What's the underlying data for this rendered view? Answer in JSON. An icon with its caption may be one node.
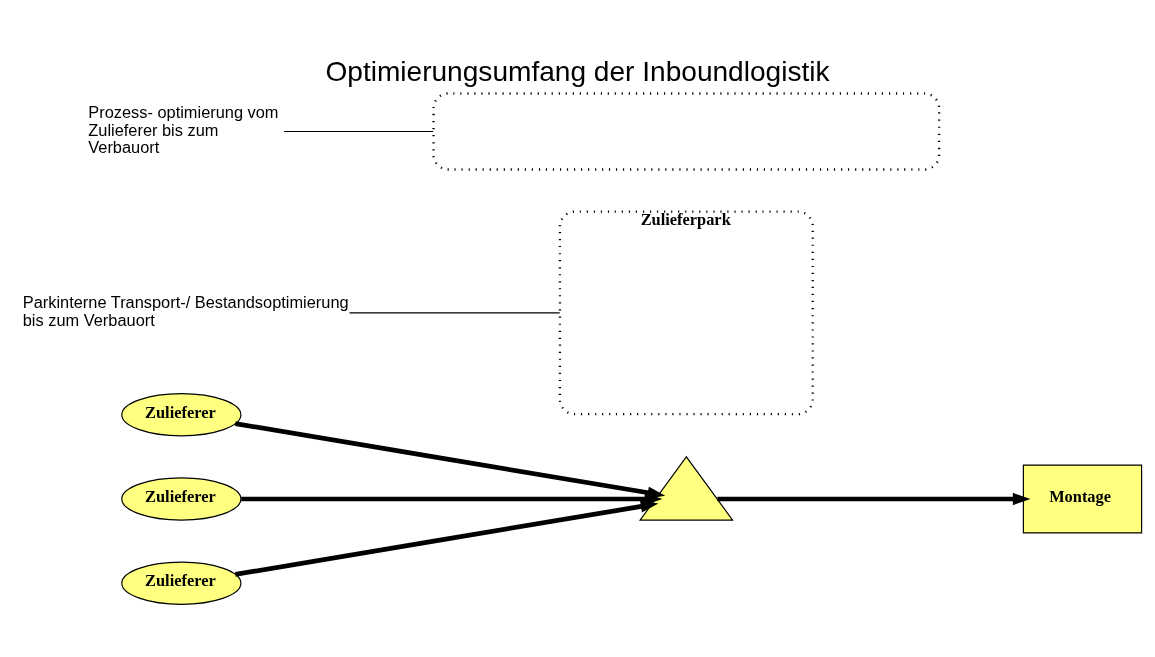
{
  "diagram": {
    "title": "Optimierungsumfang der Inboundlogistik",
    "nodes": [
      {
        "text": [
          "Zulieferer"
        ]
      },
      {
        "text": [
          "Zulieferer"
        ]
      },
      {
        "text": [
          "Zulieferer"
        ]
      },
      {
        "text": [
          "Zulieferpark"
        ]
      },
      {
        "text": [],
        "shape": "triangle"
      },
      {
        "text": [
          "Montage"
        ]
      },
      {
        "text": [],
        "shape": "box"
      },
      {
        "text": [
          "Prozess- optimierung vom Zulieferer bis zum Verbauort"
        ]
      },
      {
        "text": [
          "Parkinterne Transport-/ Bestandsoptimierung bis zum Verbauort"
        ]
      }
    ],
    "edges": [
      {
        "from": 0,
        "to": 4,
        "arrow": "to"
      },
      {
        "from": 1,
        "to": 4,
        "arrow": "to"
      },
      {
        "from": 2,
        "to": 4,
        "arrow": "to"
      },
      {
        "from": 4,
        "to": 5,
        "arrow": "to"
      },
      {
        "from": 7,
        "to": 6,
        "arrow": "none"
      },
      {
        "from": 8,
        "to": 3,
        "arrow": "none"
      }
    ]
  }
}
